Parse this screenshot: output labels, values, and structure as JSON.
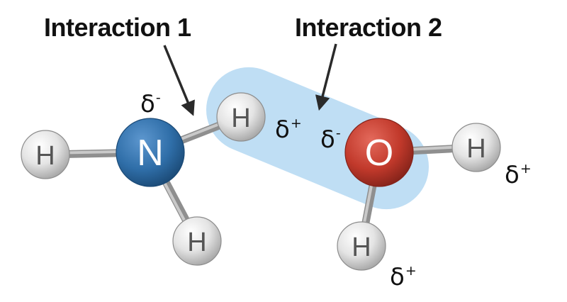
{
  "labels": {
    "interaction_1": "Interaction 1",
    "interaction_2": "Interaction 2"
  },
  "charges": {
    "nitrogen": {
      "symbol": "δ",
      "sign": "-"
    },
    "bridging_hydrogen": {
      "symbol": "δ",
      "sign": "+"
    },
    "oxygen": {
      "symbol": "δ",
      "sign": "-"
    },
    "water_hydrogen_right": {
      "symbol": "δ",
      "sign": "+"
    },
    "water_hydrogen_bottom": {
      "symbol": "δ",
      "sign": "+"
    }
  },
  "atoms": {
    "nitrogen": "N",
    "oxygen": "O",
    "hydrogen": "H"
  },
  "colors": {
    "nitrogen": "#2f6ea8",
    "oxygen": "#c1392b",
    "hydrogen": "#d9d9d9",
    "bond": "#9a9a9a",
    "interaction_highlight": "#bcdcf3",
    "arrow": "#2a2a2a"
  }
}
